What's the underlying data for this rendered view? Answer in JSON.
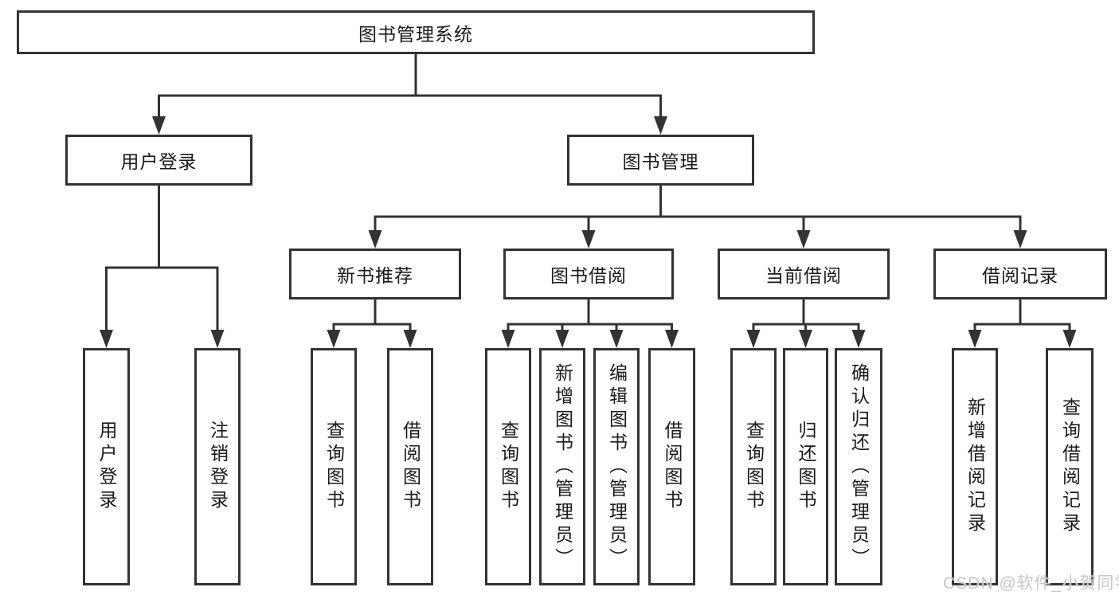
{
  "tree": {
    "label": "图书管理系统",
    "children": [
      {
        "label": "用户登录",
        "children": [
          {
            "label": "用户登录"
          },
          {
            "label": "注销登录"
          }
        ]
      },
      {
        "label": "图书管理",
        "children": [
          {
            "label": "新书推荐",
            "children": [
              {
                "label": "查询图书"
              },
              {
                "label": "借阅图书"
              }
            ]
          },
          {
            "label": "图书借阅",
            "children": [
              {
                "label": "查询图书"
              },
              {
                "label": "新增图书（管理员）"
              },
              {
                "label": "编辑图书（管理员）"
              },
              {
                "label": "借阅图书"
              }
            ]
          },
          {
            "label": "当前借阅",
            "children": [
              {
                "label": "查询图书"
              },
              {
                "label": "归还图书"
              },
              {
                "label": "确认归还（管理员）"
              }
            ]
          },
          {
            "label": "借阅记录",
            "children": [
              {
                "label": "新增借阅记录"
              },
              {
                "label": "查询借阅记录"
              }
            ]
          }
        ]
      }
    ]
  },
  "watermark": {
    "text": "CSDN @软件_小贺同学"
  },
  "colors": {
    "line": "#333333",
    "border": "#333333",
    "text": "#1a1a1a",
    "watermark": "#c8c8c8",
    "background": "#ffffff"
  }
}
